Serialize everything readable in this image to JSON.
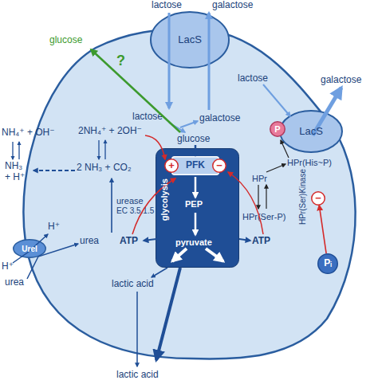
{
  "diagram": {
    "nodes": [
      {
        "text": [
          "LacS"
        ]
      },
      {
        "text": [
          "LacS"
        ]
      },
      {
        "text": [
          "P"
        ]
      },
      {
        "text": [
          "glycolysis",
          "PEP",
          "pyruvate"
        ]
      },
      {
        "text": [
          "PFK"
        ],
        "in": 3
      },
      {
        "text": [
          "+"
        ],
        "in": 4
      },
      {
        "text": [
          "−"
        ],
        "in": 4
      },
      {
        "text": [
          "−"
        ]
      },
      {
        "text": [
          "Pᵢ"
        ]
      },
      {
        "text": [
          "UreI"
        ]
      }
    ],
    "edges": [
      {
        "from": 8,
        "to": 7,
        "arrow": "to"
      }
    ],
    "labels": [
      "lactose",
      "galactose",
      "lactose",
      "galactose",
      "glucose",
      "?",
      "glucose",
      "ATP",
      "ATP",
      "lactic acid",
      "lactic acid",
      "lactose",
      "galactose",
      "HPr(His~P)",
      "HPr",
      "HPr(Ser-P)",
      "HPr(Ser)Kinase",
      "NH₄⁺ + OH⁻",
      "NH₃ + H⁺",
      "2NH₄⁺ + 2OH⁻",
      "2 NH₃ + CO₂",
      "urease",
      "EC 3.5.1.5",
      "H⁺",
      "urea",
      "H⁺",
      "urea"
    ]
  }
}
